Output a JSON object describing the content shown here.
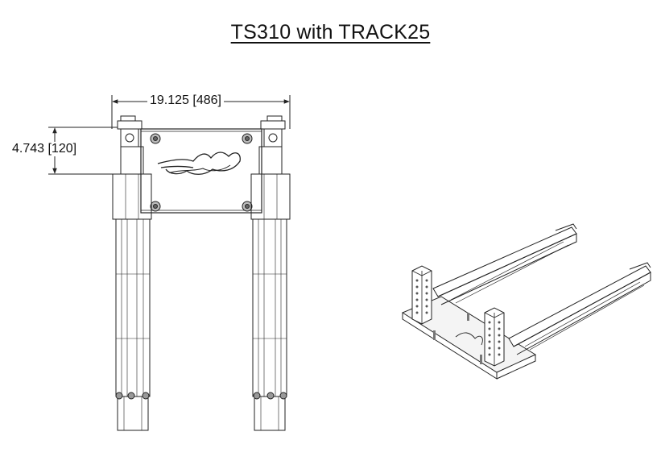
{
  "title": "TS310 with TRACK25",
  "dimensions": {
    "width_label": "19.125 [486]",
    "height_label": "4.743 [120]"
  }
}
